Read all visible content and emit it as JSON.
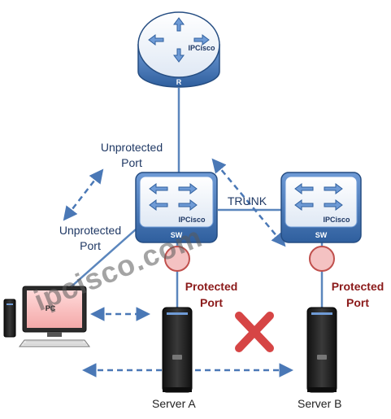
{
  "router": {
    "brand": "IPCisco",
    "tag": "R"
  },
  "switch_left": {
    "brand": "IPCisco",
    "tag": "SW"
  },
  "switch_right": {
    "brand": "IPCisco",
    "tag": "SW"
  },
  "links": {
    "trunk_label": "TRUNK"
  },
  "ports": {
    "unprotected_top": [
      "Unprotected",
      "Port"
    ],
    "unprotected_left": [
      "Unprotected",
      "Port"
    ],
    "protected_left": [
      "Protected",
      "Port"
    ],
    "protected_right": [
      "Protected",
      "Port"
    ]
  },
  "pc": {
    "label": "PC"
  },
  "servers": {
    "a": "Server A",
    "b": "Server B"
  },
  "watermark": "ipcisco.com",
  "colors": {
    "device_blue": "#4a78b6",
    "link": "#5b86bd",
    "port_fill": "#f4c2c2",
    "port_stroke": "#c0504d",
    "cross": "#d64545",
    "protected_text": "#8b1a1a"
  }
}
